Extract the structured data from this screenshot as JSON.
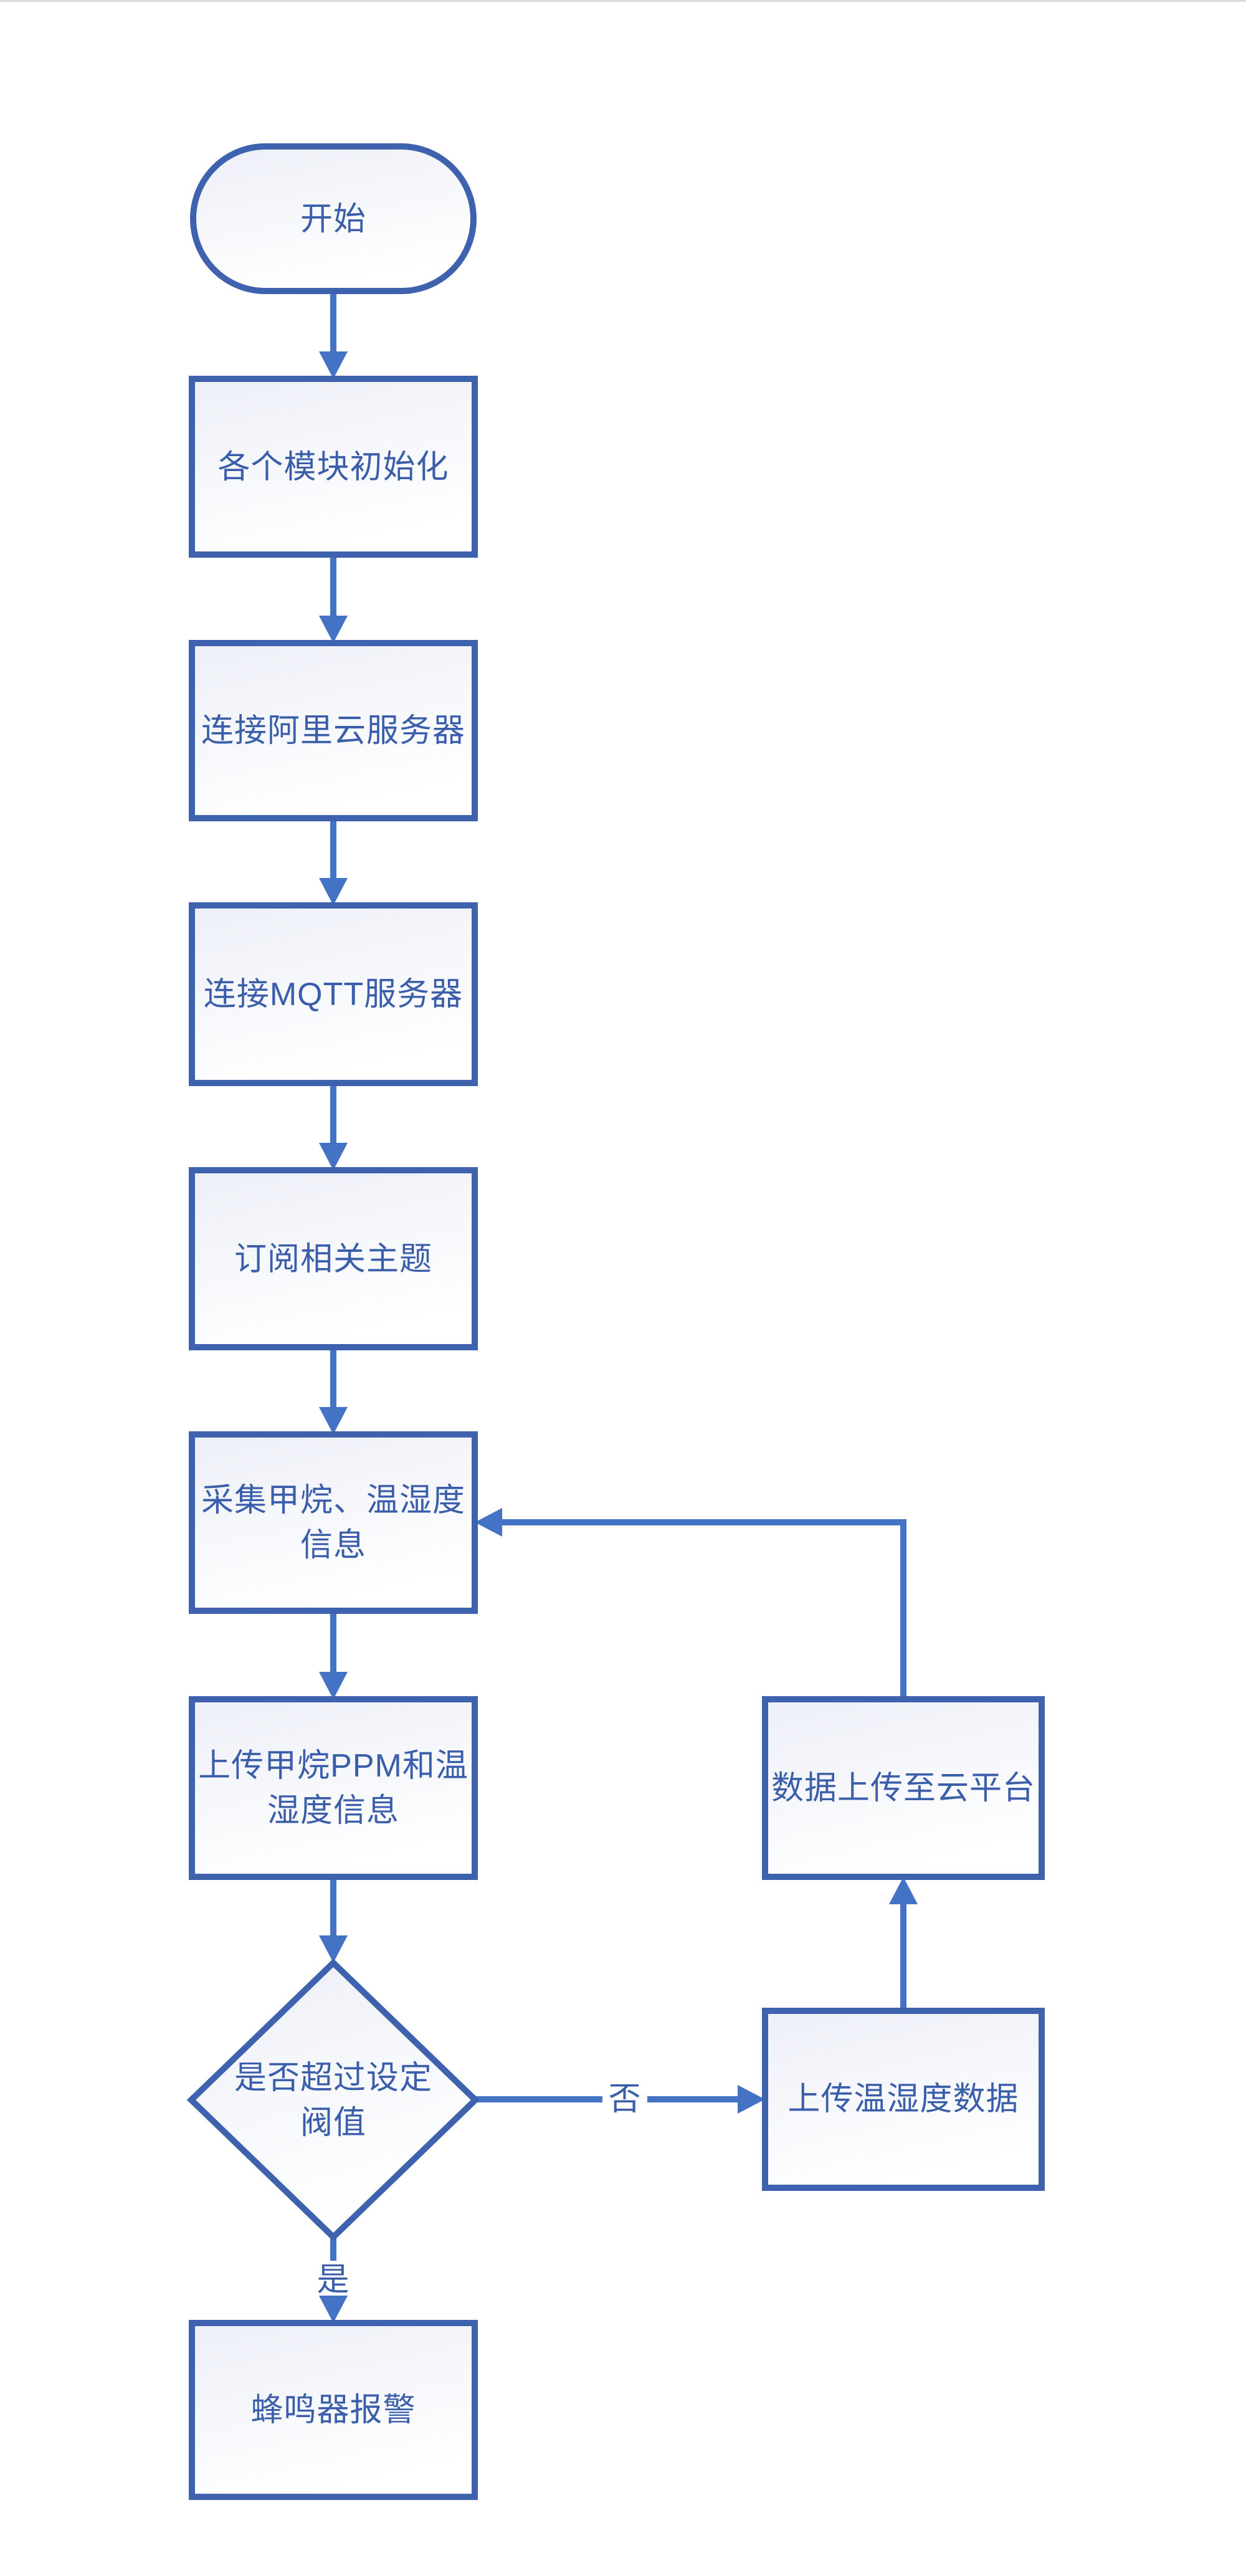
{
  "page": {
    "background": "#FFFFFF",
    "top_rule_color": "#D9D9D9"
  },
  "flowchart": {
    "colors": {
      "connector": "#4472C4",
      "shape_border": "#3E62AD",
      "label_text": "#3B5EAB",
      "shape_fill_start": "#ECEFF7",
      "shape_fill_end": "#FFFFFF"
    },
    "nodes": {
      "start": {
        "shape": "terminator",
        "label": "开始"
      },
      "init_modules": {
        "shape": "process",
        "label": "各个模块初始化"
      },
      "connect_aliyun": {
        "shape": "process",
        "label": "连接阿里云服务器"
      },
      "connect_mqtt": {
        "shape": "process",
        "label": "连接MQTT服务器"
      },
      "subscribe_topics": {
        "shape": "process",
        "label": "订阅相关主题"
      },
      "collect_info": {
        "shape": "process",
        "line1": "采集甲烷、温湿度",
        "line2": "信息"
      },
      "upload_ppm": {
        "shape": "process",
        "line1": "上传甲烷PPM和温",
        "line2": "湿度信息"
      },
      "threshold_decision": {
        "shape": "decision",
        "line1": "是否超过设定",
        "line2": "阀值"
      },
      "buzzer_alarm": {
        "shape": "process",
        "label": "蜂鸣器报警"
      },
      "upload_temp_humidity": {
        "shape": "process",
        "label": "上传温湿度数据"
      },
      "upload_cloud": {
        "shape": "process",
        "label": "数据上传至云平台"
      }
    },
    "edge_labels": {
      "yes": "是",
      "no": "否"
    }
  }
}
